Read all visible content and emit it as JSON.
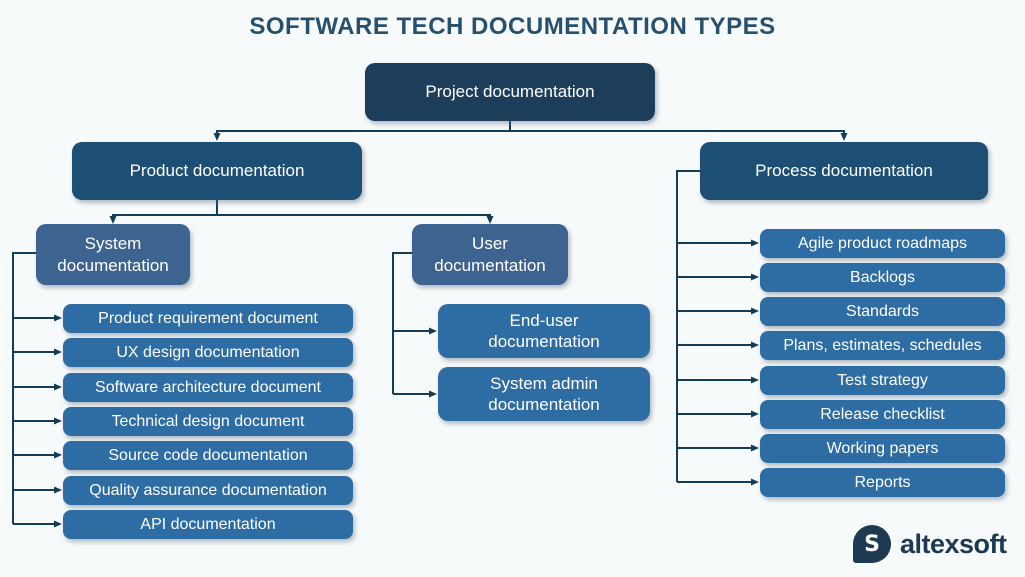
{
  "title": "SOFTWARE TECH DOCUMENTATION TYPES",
  "tree": {
    "root": "Project documentation",
    "product": "Product documentation",
    "process": "Process documentation",
    "system": "System documentation",
    "user": "User documentation",
    "system_children": [
      "Product requirement document",
      "UX design documentation",
      "Software architecture document",
      "Technical design document",
      "Source code documentation",
      "Quality assurance documentation",
      "API documentation"
    ],
    "user_children": [
      "End-user documentation",
      "System admin documentation"
    ],
    "process_children": [
      "Agile product roadmaps",
      "Backlogs",
      "Standards",
      "Plans, estimates, schedules",
      "Test strategy",
      "Release checklist",
      "Working papers",
      "Reports"
    ]
  },
  "logo": {
    "name": "altexsoft",
    "mark_letter": "S"
  },
  "colors": {
    "background": "#f7fafb",
    "title_text": "#27506f",
    "level1_box": "#1d3e5a",
    "level2_box": "#1d4e74",
    "level3_box": "#3d6490",
    "leaf_box": "#2e6ca4",
    "connector": "#123c59",
    "logo": "#1d3a52"
  }
}
